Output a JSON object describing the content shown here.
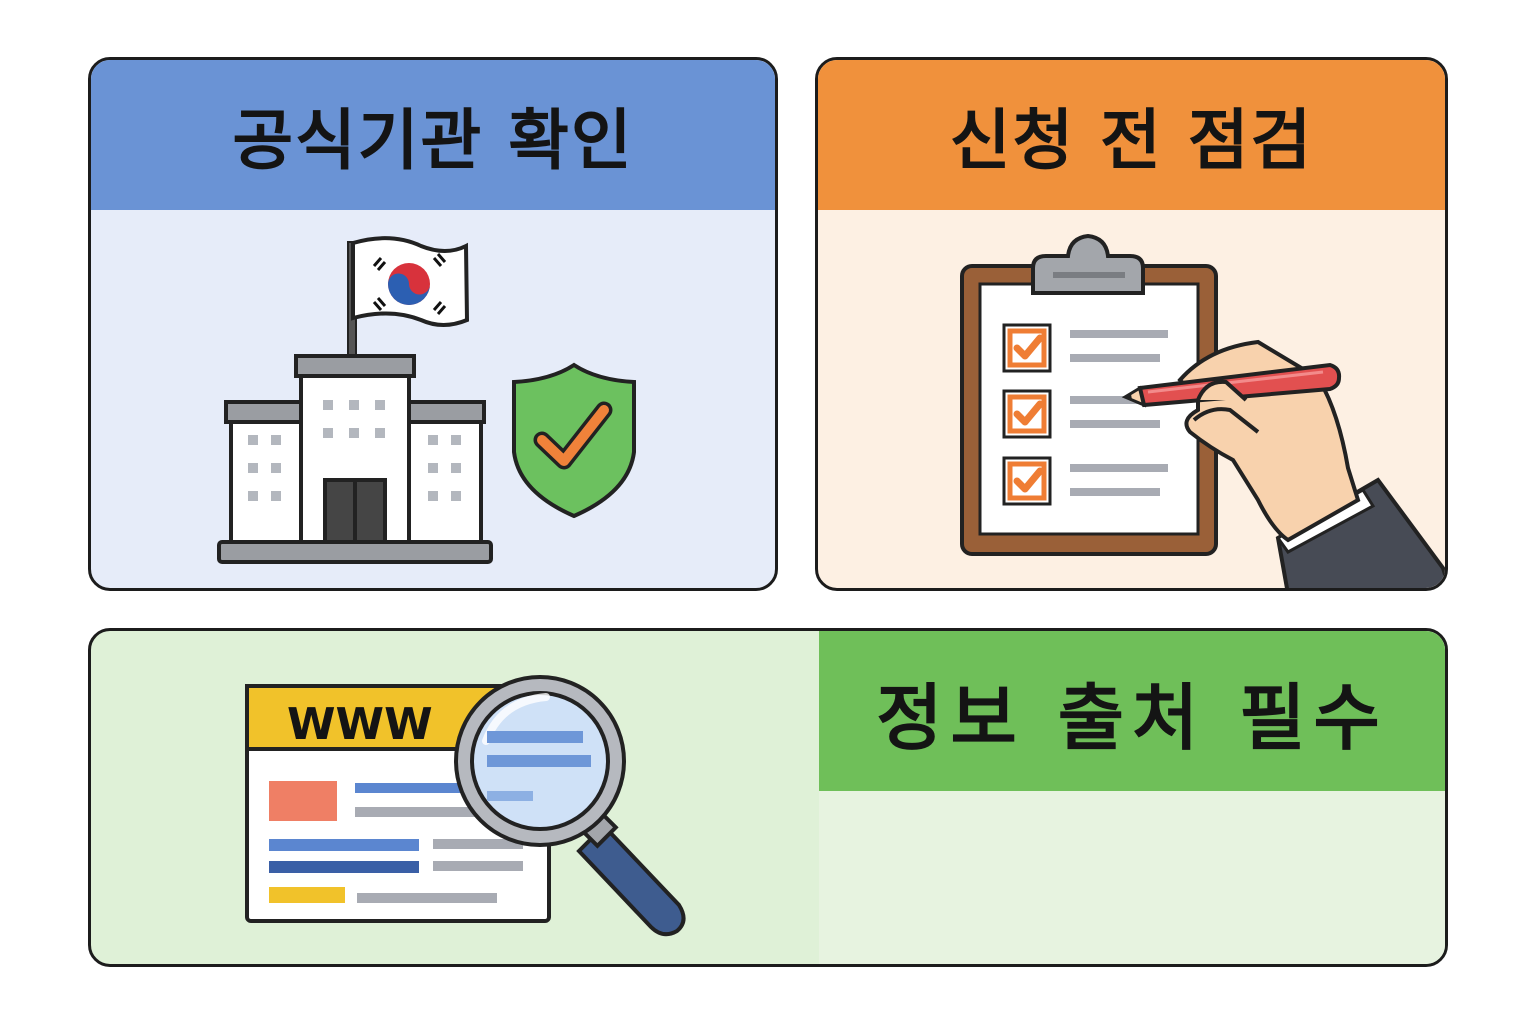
{
  "cards": [
    {
      "title": "공식기관 확인",
      "icons": [
        "government-building-icon",
        "korean-flag-icon",
        "verified-shield-icon"
      ],
      "header_color": "#6a93d5"
    },
    {
      "title": "신청 전 점검",
      "icons": [
        "clipboard-checklist-icon",
        "hand-pen-icon"
      ],
      "header_color": "#f0913c"
    },
    {
      "title": "정보 출처 필수",
      "icons": [
        "website-window-icon",
        "magnifying-glass-icon"
      ],
      "header_color": "#6fbf59",
      "browser_label": "WWW"
    }
  ]
}
